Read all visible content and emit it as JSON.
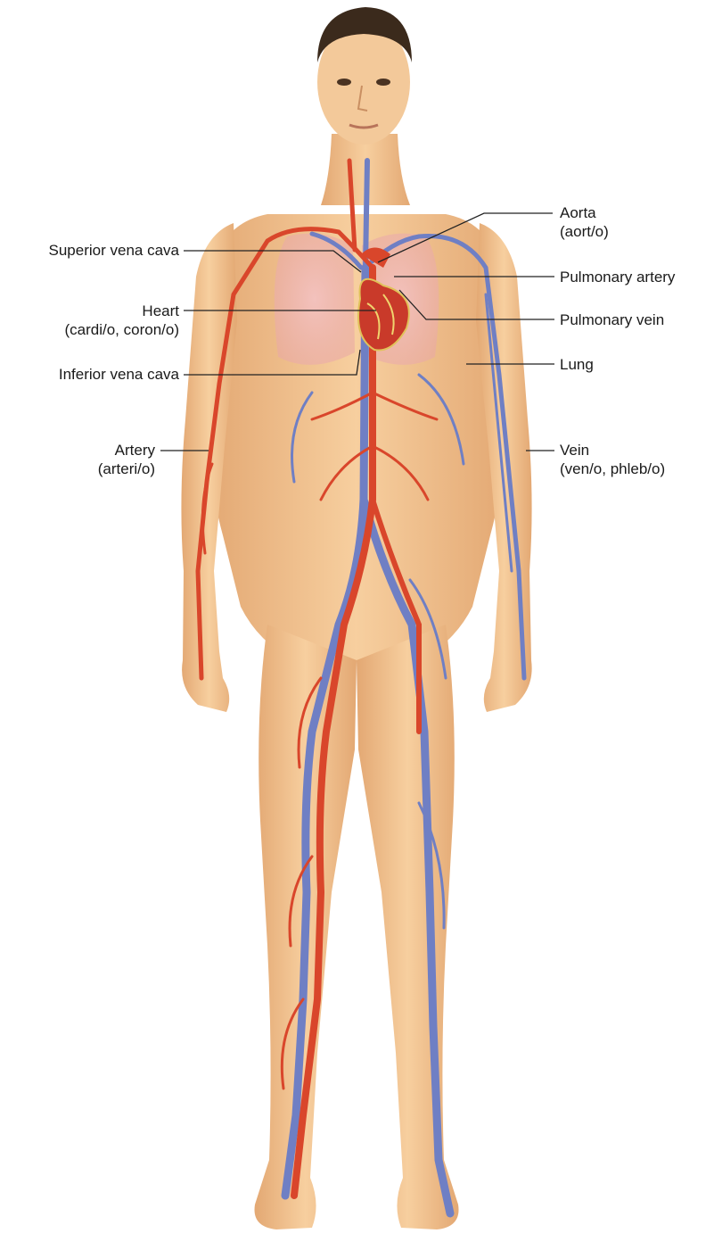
{
  "labels": {
    "aorta": {
      "name": "Aorta",
      "root": "(aort/o)"
    },
    "superior_vena_cava": {
      "name": "Superior vena cava"
    },
    "pulmonary_artery": {
      "name": "Pulmonary artery"
    },
    "heart": {
      "name": "Heart",
      "root": "(cardi/o, coron/o)"
    },
    "pulmonary_vein": {
      "name": "Pulmonary vein"
    },
    "inferior_vena_cava": {
      "name": "Inferior vena cava"
    },
    "lung": {
      "name": "Lung"
    },
    "artery": {
      "name": "Artery",
      "root": "(arteri/o)"
    },
    "vein": {
      "name": "Vein",
      "root": "(ven/o, phleb/o)"
    }
  },
  "colors": {
    "skin": "#f2c38f",
    "skin_shade": "#e3a873",
    "artery": "#d9462b",
    "vein": "#6f7fc4",
    "lung": "#efb4b0",
    "hair": "#3b2a1c",
    "leader_line": "#222222"
  }
}
